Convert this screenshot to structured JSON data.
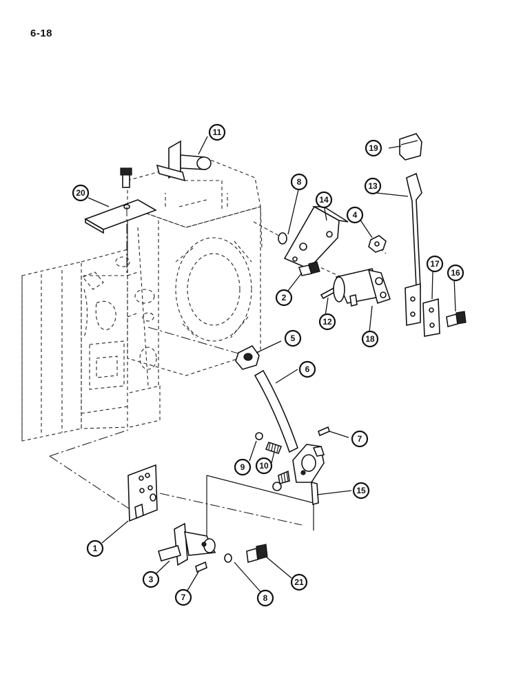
{
  "page": {
    "page_number": "6-18"
  },
  "callouts": [
    {
      "id": "c1",
      "label": "1"
    },
    {
      "id": "c2",
      "label": "2"
    },
    {
      "id": "c3",
      "label": "3"
    },
    {
      "id": "c4",
      "label": "4"
    },
    {
      "id": "c5",
      "label": "5"
    },
    {
      "id": "c6",
      "label": "6"
    },
    {
      "id": "c7a",
      "label": "7"
    },
    {
      "id": "c7b",
      "label": "7"
    },
    {
      "id": "c8a",
      "label": "8"
    },
    {
      "id": "c8b",
      "label": "8"
    },
    {
      "id": "c9",
      "label": "9"
    },
    {
      "id": "c10",
      "label": "10"
    },
    {
      "id": "c11",
      "label": "11"
    },
    {
      "id": "c12",
      "label": "12"
    },
    {
      "id": "c13",
      "label": "13"
    },
    {
      "id": "c14",
      "label": "14"
    },
    {
      "id": "c15",
      "label": "15"
    },
    {
      "id": "c16",
      "label": "16"
    },
    {
      "id": "c17",
      "label": "17"
    },
    {
      "id": "c18",
      "label": "18"
    },
    {
      "id": "c19",
      "label": "19"
    },
    {
      "id": "c20",
      "label": "20"
    },
    {
      "id": "c21",
      "label": "21"
    }
  ]
}
